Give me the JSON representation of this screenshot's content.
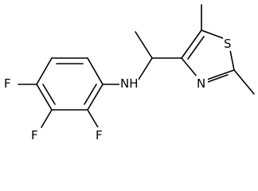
{
  "molecule": {
    "atoms": {
      "nh": "NH",
      "f_top": "F",
      "f_mid": "F",
      "f_bottom": "F",
      "s_ring": "S",
      "n_ring": "N"
    }
  }
}
